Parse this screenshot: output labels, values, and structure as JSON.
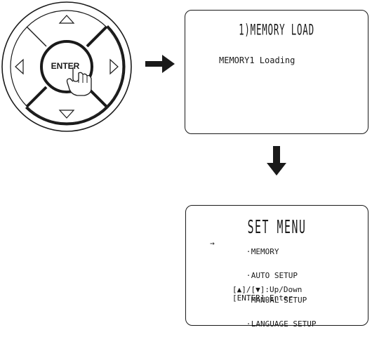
{
  "remote": {
    "enter_label": "ENTER",
    "icons": [
      "up-triangle",
      "down-triangle",
      "left-triangle",
      "right-triangle",
      "pointing-hand"
    ]
  },
  "screen1": {
    "title": "1)MEMORY LOAD",
    "status": "MEMORY1 Loading"
  },
  "screen2": {
    "title": "SET MENU",
    "cursor": "→",
    "bullet": "·",
    "items": [
      {
        "label": "MEMORY"
      },
      {
        "label": "AUTO SETUP"
      },
      {
        "label": "MANUAL SETUP"
      },
      {
        "label": "LANGUAGE SETUP"
      }
    ],
    "help": [
      "[▲]/[▼]:Up/Down",
      "[ENTER]:Enter"
    ]
  }
}
